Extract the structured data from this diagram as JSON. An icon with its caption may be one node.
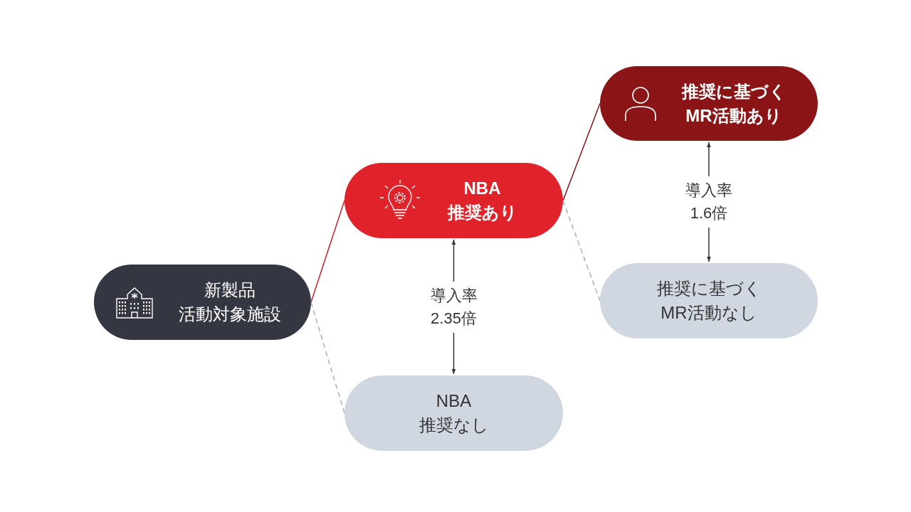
{
  "diagram": {
    "nodes": [
      {
        "text": [
          "新製品活動対象施設"
        ]
      },
      {
        "text": [
          "NBA推奨あり"
        ]
      },
      {
        "text": [
          "NBA推奨なし"
        ]
      },
      {
        "text": [
          "推奨に基づくMR活動あり"
        ]
      },
      {
        "text": [
          "推奨に基づくMR活動なし"
        ]
      }
    ],
    "edges": [
      {
        "from": 0,
        "to": 1,
        "arrow": "none",
        "color": "#c8222a"
      },
      {
        "from": 0,
        "to": 2,
        "arrow": "none",
        "style": "dashed",
        "color": "#9fb1bf"
      },
      {
        "from": 1,
        "to": 3,
        "arrow": "none",
        "color": "#8b1516"
      },
      {
        "from": 1,
        "to": 4,
        "arrow": "none",
        "style": "dashed",
        "color": "#9fb1bf"
      },
      {
        "from": 1,
        "to": 2,
        "arrow": "both",
        "label": "導入率2.35倍",
        "color": "#333333"
      },
      {
        "from": 3,
        "to": 4,
        "arrow": "both",
        "label": "導入率1.6倍",
        "color": "#333333"
      }
    ]
  }
}
